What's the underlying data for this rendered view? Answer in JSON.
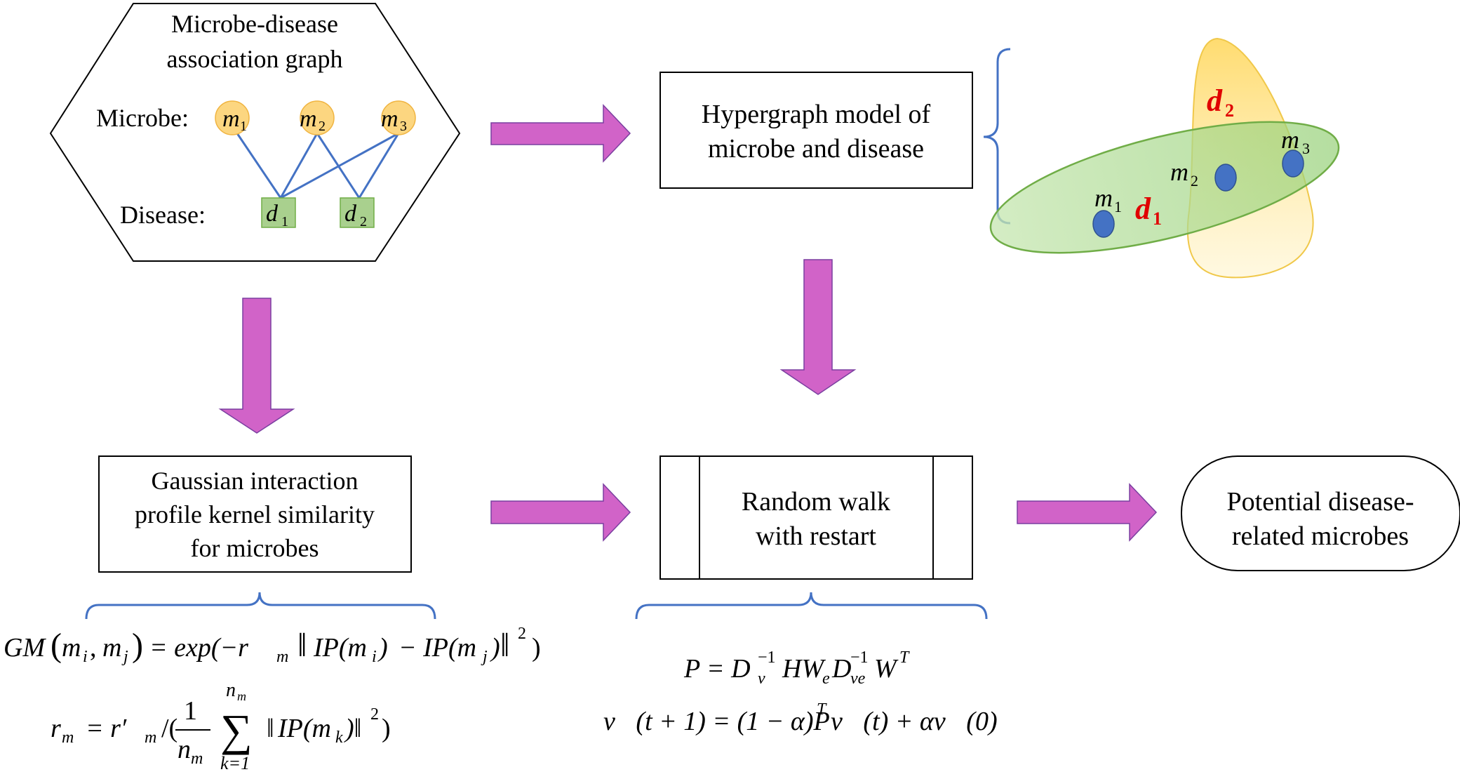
{
  "association_graph": {
    "title_line1": "Microbe-disease",
    "title_line2": "association graph",
    "microbe_label": "Microbe:",
    "disease_label": "Disease:",
    "microbes": [
      {
        "base": "m",
        "sub": "1"
      },
      {
        "base": "m",
        "sub": "2"
      },
      {
        "base": "m",
        "sub": "3"
      }
    ],
    "diseases": [
      {
        "base": "d",
        "sub": "1"
      },
      {
        "base": "d",
        "sub": "2"
      }
    ]
  },
  "hypergraph_box": {
    "line1": "Hypergraph model of",
    "line2": "microbe and disease"
  },
  "hypergraph_illustration": {
    "hyperedges": [
      {
        "base": "d",
        "sub": "1",
        "color": "#e00000"
      },
      {
        "base": "d",
        "sub": "2",
        "color": "#e00000"
      }
    ],
    "nodes": [
      {
        "base": "m",
        "sub": "1"
      },
      {
        "base": "m",
        "sub": "2"
      },
      {
        "base": "m",
        "sub": "3"
      }
    ]
  },
  "gip_box": {
    "line1": "Gaussian interaction",
    "line2": "profile kernel similarity",
    "line3": "for microbes"
  },
  "rwr_box": {
    "line1": "Random walk",
    "line2": "with restart"
  },
  "output_box": {
    "line1": "Potential disease-",
    "line2": "related microbes"
  },
  "formulas": {
    "gm": {
      "lhs": "GM",
      "args": "m",
      "eq": "= exp(−r",
      "ip": "IP(m",
      "minus": "− IP(m",
      "sq": "2",
      "close": ")"
    },
    "rm": {
      "lhs": "r",
      "sub_m": "m",
      "eq": "= r′",
      "slash": "/(",
      "frac_num": "1",
      "frac_den": "n",
      "sum_top": "n",
      "sum_bottom": "k=1",
      "ip": "IP(m",
      "sub_k": "k",
      "tail": ")‖",
      "sq": "2",
      "close": ")"
    },
    "p": {
      "lhs": "P = D",
      "sub_v": "v",
      "sup_inv": "−1",
      "h": "HW",
      "sub_e": "e",
      "d2": "D",
      "sub_ve": "ve",
      "w": "W",
      "sup_t": "T"
    },
    "v": {
      "lhs": "v⃗(t + 1) = (1 − α)P",
      "sup_t": "T",
      "rhs": "v⃗(t) + αv⃗(0)"
    }
  },
  "colors": {
    "arrow": "#d163c8",
    "arrow_stroke": "#7a3fa0",
    "microbe_node": "#fcd680",
    "disease_node": "#a9d08e",
    "edge": "#4472c4",
    "hyperedge_green": "#a9d88c",
    "hyperedge_yellow": "#ffe48a",
    "hyper_node": "#4472c4",
    "brace": "#4472c4"
  }
}
